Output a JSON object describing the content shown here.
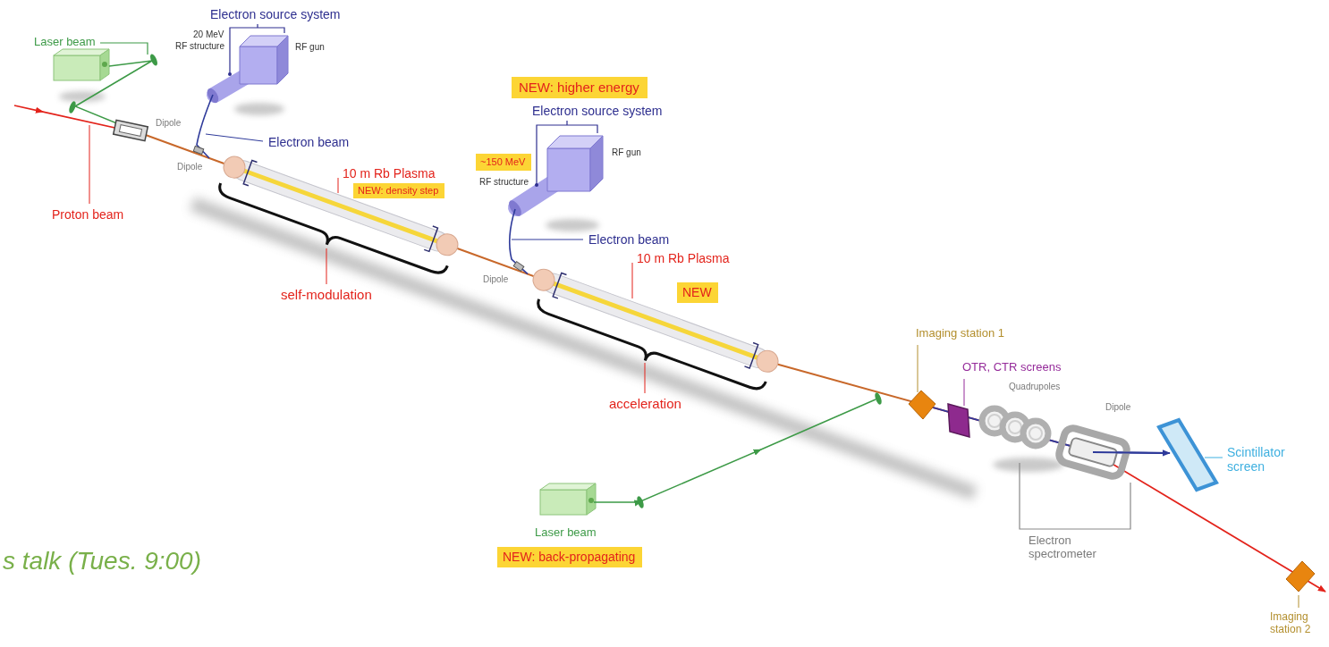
{
  "diagram": {
    "nodes": [
      {
        "text": [
          "NEW: higher energy"
        ]
      },
      {
        "text": [
          "~150 MeV"
        ]
      },
      {
        "text": [
          "NEW: density step"
        ]
      },
      {
        "text": [
          "NEW"
        ]
      },
      {
        "text": [
          "NEW: back-propagating"
        ]
      }
    ],
    "labels": [
      "Electron source system",
      "Laser beam",
      "20 MeV",
      "RF structure",
      "RF gun",
      "Dipole",
      "Electron beam",
      "Proton beam",
      "Dipole",
      "10 m Rb Plasma",
      "self-modulation",
      "Electron source system",
      "RF structure",
      "RF gun",
      "Electron beam",
      "Dipole",
      "10 m Rb Plasma",
      "acceleration",
      "Imaging station 1",
      "OTR, CTR screens",
      "Quadrupoles",
      "Dipole",
      "Scintillator screen",
      "Laser beam",
      "Electron spectrometer",
      "s talk (Tues. 9:00)",
      "Imaging station 2"
    ]
  }
}
